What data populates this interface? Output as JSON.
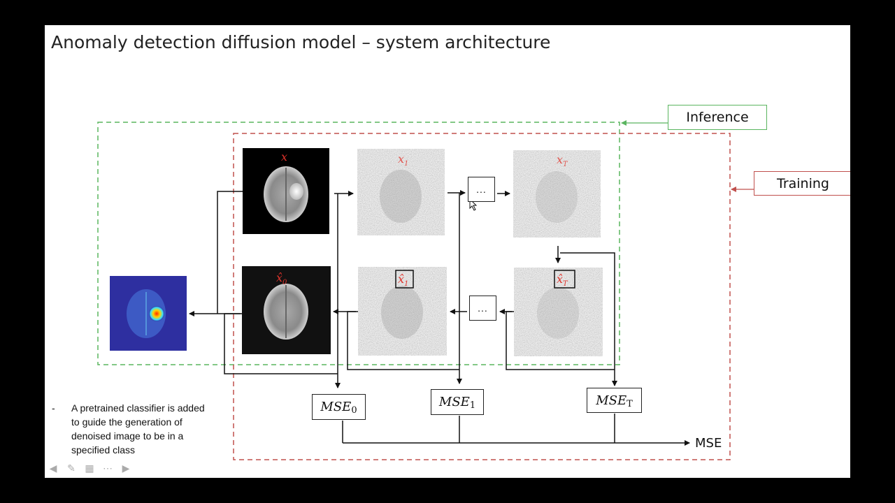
{
  "slide": {
    "title": "Anomaly detection diffusion model – system architecture"
  },
  "labels": {
    "inference": "Inference",
    "training": "Training",
    "mse_output": "MSE",
    "dots": "..."
  },
  "image_labels": {
    "x": "x",
    "x1": "x",
    "x1_sub": "1",
    "xT": "x",
    "xT_sub": "T",
    "x0_hat": "x̂",
    "x0_hat_sub": "0",
    "x1_hat": "x̂",
    "x1_hat_sub": "1",
    "xT_hat": "x̂",
    "xT_hat_sub": "T"
  },
  "mse_boxes": [
    {
      "base": "MSE",
      "sub": "0"
    },
    {
      "base": "MSE",
      "sub": "1"
    },
    {
      "base": "MSE",
      "sub": "T"
    }
  ],
  "note": {
    "bullet": "-",
    "text": "A pretrained classifier is added to guide the generation of denoised image to be in a specified class"
  },
  "colors": {
    "inference": "#5ab55f",
    "training": "#c0504d",
    "label_red": "#e0332b",
    "heatmap_bg": "#2e2fa0"
  },
  "nav": {
    "back": "◀",
    "pen": "✎",
    "slides": "▦",
    "more": "⋯",
    "forward": "▶"
  }
}
